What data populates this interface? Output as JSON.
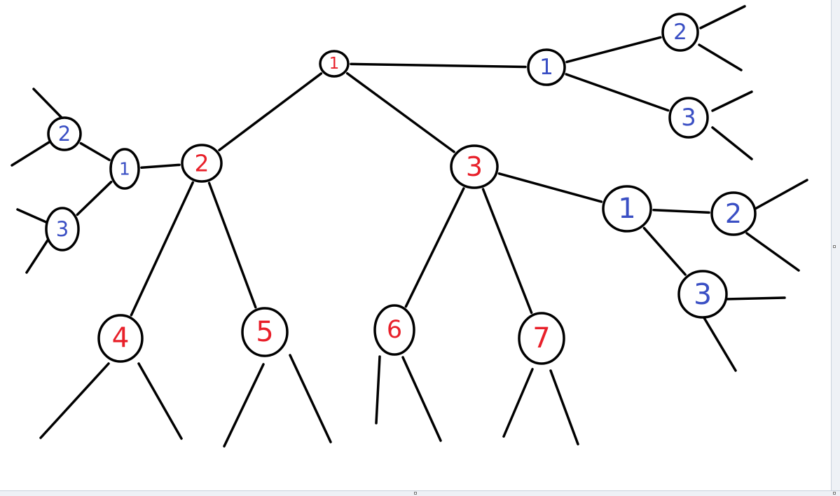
{
  "colors": {
    "red": "#e8202a",
    "blue": "#3a4fc4",
    "line": "#000000"
  },
  "diagram": {
    "nodes": [
      {
        "id": "r1",
        "label": "1",
        "color": "red"
      },
      {
        "id": "r2",
        "label": "2",
        "color": "red"
      },
      {
        "id": "r3",
        "label": "3",
        "color": "red"
      },
      {
        "id": "r4",
        "label": "4",
        "color": "red"
      },
      {
        "id": "r5",
        "label": "5",
        "color": "red"
      },
      {
        "id": "r6",
        "label": "6",
        "color": "red"
      },
      {
        "id": "r7",
        "label": "7",
        "color": "red"
      },
      {
        "id": "a1",
        "label": "1",
        "color": "blue"
      },
      {
        "id": "a2",
        "label": "2",
        "color": "blue"
      },
      {
        "id": "a3",
        "label": "3",
        "color": "blue"
      },
      {
        "id": "b1",
        "label": "1",
        "color": "blue"
      },
      {
        "id": "b2",
        "label": "2",
        "color": "blue"
      },
      {
        "id": "b3",
        "label": "3",
        "color": "blue"
      },
      {
        "id": "c1",
        "label": "1",
        "color": "blue"
      },
      {
        "id": "c2",
        "label": "2",
        "color": "blue"
      },
      {
        "id": "c3",
        "label": "3",
        "color": "blue"
      }
    ],
    "edges": [
      [
        "r1",
        "r2"
      ],
      [
        "r1",
        "r3"
      ],
      [
        "r1",
        "a1"
      ],
      [
        "a1",
        "a2"
      ],
      [
        "a1",
        "a3"
      ],
      [
        "r2",
        "b1"
      ],
      [
        "b1",
        "b2"
      ],
      [
        "b1",
        "b3"
      ],
      [
        "r2",
        "r4"
      ],
      [
        "r2",
        "r5"
      ],
      [
        "r3",
        "r6"
      ],
      [
        "r3",
        "r7"
      ],
      [
        "r3",
        "c1"
      ],
      [
        "c1",
        "c2"
      ],
      [
        "c1",
        "c3"
      ]
    ]
  }
}
